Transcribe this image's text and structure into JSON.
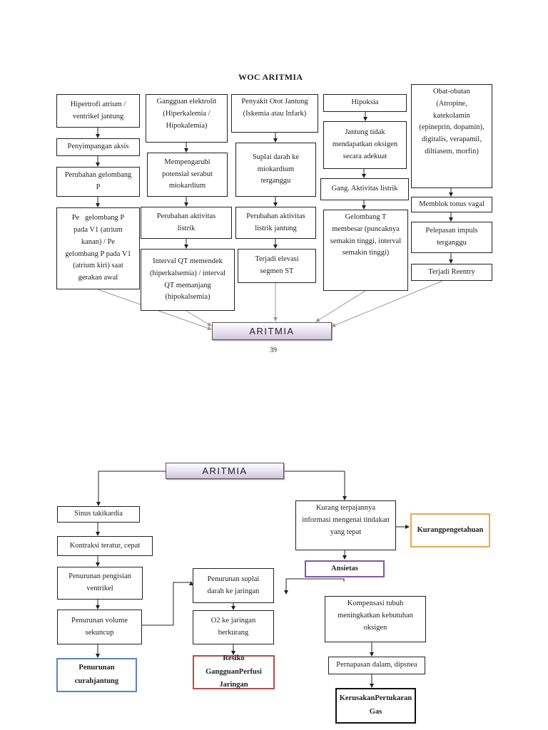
{
  "page1": {
    "title": "WOC ARITMIA",
    "page_number": "39",
    "center_label": "ARITMIA",
    "col1": {
      "b1": [
        "Hipertrofi atrium /",
        "ventrikel jantung"
      ],
      "b2": [
        "Penyimpangan aksis"
      ],
      "b3": [
        "Perubahan gelombang",
        "P"
      ],
      "b4": [
        "Pe   gelombang P",
        "pada V1 (atrium",
        "kanan) / Pe",
        "gelombang P pada V1",
        "(atrium kiri) saat",
        "gerakan awal"
      ]
    },
    "col2": {
      "b1": [
        "Gangguan elektrolit",
        "(Hiperkalemia /",
        "Hipokalemia)"
      ],
      "b2": [
        "Mempengaruhi",
        "potensial serabut",
        "miokardium"
      ],
      "b3": [
        "Perubahan aktivitas",
        "listrik"
      ],
      "b4": [
        "Interval QT memendek",
        "(hiperkalsemia) / interval",
        "QT memanjang",
        "(hipokalsemia)"
      ]
    },
    "col3": {
      "b1": [
        "Penyakit Otot Jantung",
        "(Iskemia atau Infark)"
      ],
      "b2": [
        "Suplai darah ke",
        "miokardium",
        "terganggu"
      ],
      "b3": [
        "Perubahan aktivitas",
        "listrik jantung"
      ],
      "b4": [
        "Terjadi elevasi",
        "segmen ST"
      ]
    },
    "col4": {
      "b1": [
        "Hipoksia"
      ],
      "b2": [
        "Jantung tidak",
        "mendapatkan oksigen",
        "secara adekuat"
      ],
      "b3": [
        "Gang. Aktivitas listrik"
      ],
      "b4": [
        "Gelombang T",
        "membesar (puncaknya",
        "semakin tinggi, interval",
        "semakin tinggi)"
      ]
    },
    "col5": {
      "b1": [
        "Obat-obatan",
        "(Atropine,",
        "katekolamin",
        "(epineprin, dopamin),",
        "digitalis, verapamil,",
        "diltiasem, morfin)"
      ],
      "b2": [
        "Memblok tonus vagal"
      ],
      "b3": [
        "Pelepasan impuls",
        "terganggu"
      ],
      "b4": [
        "Terjadi Reentry"
      ]
    }
  },
  "page2": {
    "center_label": "ARITMIA",
    "left": {
      "b1": "Sinus takikardia",
      "b2": "Kontraksi teratur, cepat",
      "b3": [
        "Penurunan pengisian",
        "ventrikel"
      ],
      "b4": [
        "Penurunan volume",
        "sekuncup"
      ],
      "dx": [
        "Penurunan curah",
        "jantung"
      ]
    },
    "middle": {
      "b1": [
        "Penurunan suplai",
        "darah ke jaringan"
      ],
      "b2": [
        "O2 ke jaringan",
        "berkurang"
      ],
      "dx": [
        "Resiko Gangguan",
        "Perfusi Jaringan"
      ]
    },
    "right": {
      "b1": [
        "Kurang terpajannya",
        "informasi mengenai tindakan",
        "yang tepat"
      ],
      "dx_knowledge": [
        "Kurang",
        "pengetahuan"
      ],
      "dx_anxiety": "Ansietas",
      "b2": [
        "Kompensasi tubuh",
        "meningkatkan kebutuhan",
        "oksigen"
      ],
      "b3": "Pernapasan dalam, dipsnea",
      "dx_gas": [
        "Kerusakan",
        "Pertukaran Gas"
      ]
    }
  },
  "colors": {
    "line": "#222222",
    "arrow_light": "#999999",
    "diag_orange": "#f0a64a",
    "diag_purple": "#7b5aa6",
    "diag_blue": "#5a84c6",
    "diag_red": "#b84a4a",
    "diag_black": "#111111"
  }
}
